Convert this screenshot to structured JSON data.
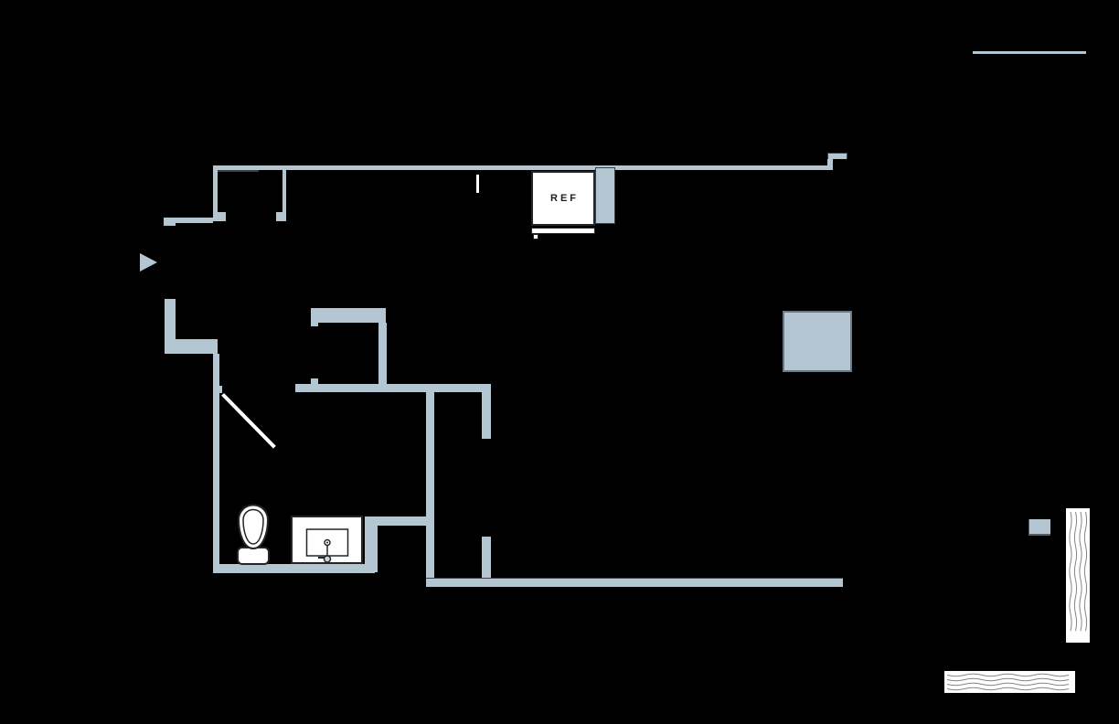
{
  "document": {
    "type": "architectural-floor-plan",
    "ref_label": "REF",
    "fixtures": [
      "refrigerator",
      "toilet",
      "sink-vanity",
      "bathroom-door-swing",
      "entry-arrow",
      "kitchen-island",
      "door-window-tick",
      "water-hatch-vertical",
      "water-hatch-horizontal",
      "reference-line-top-right",
      "wall-marker-rect"
    ]
  },
  "colors": {
    "background": "#000000",
    "wall": "#b5c6d3",
    "wall-outline": "#3a4046",
    "wall-border-gray": "#6e7880",
    "fixture-fill": "#ffffff",
    "fixture-outline": "#22262a",
    "hatch-line": "#82868b",
    "label-text": "#1b1e22",
    "door-swing": "#ffffff"
  }
}
